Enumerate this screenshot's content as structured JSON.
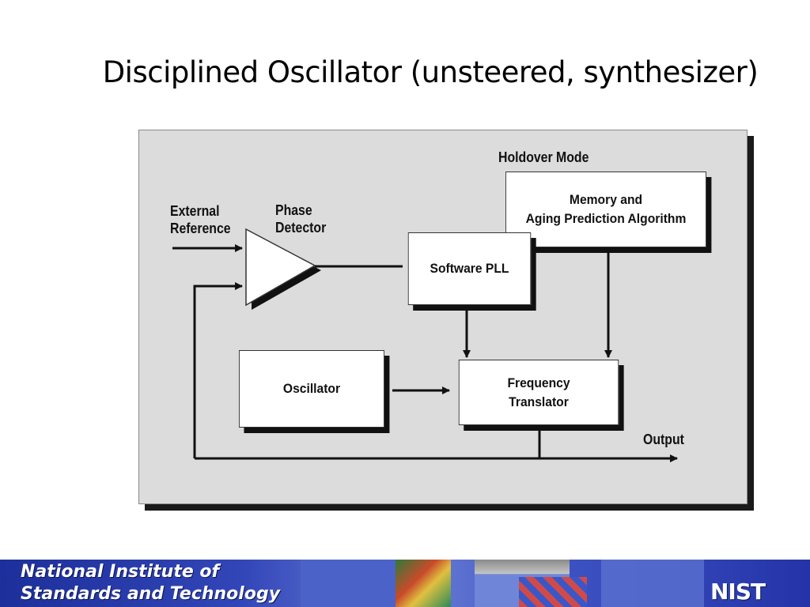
{
  "slide": {
    "title": "Disciplined Oscillator (unsteered, synthesizer)"
  },
  "diagram": {
    "labels": {
      "external_reference": [
        "External",
        "Reference"
      ],
      "phase_detector": [
        "Phase",
        "Detector"
      ],
      "holdover_mode": "Holdover Mode",
      "output": "Output"
    },
    "blocks": {
      "memory": [
        "Memory and",
        "Aging Prediction Algorithm"
      ],
      "software_pll": "Software PLL",
      "oscillator": "Oscillator",
      "frequency_translator": [
        "Frequency",
        "Translator"
      ]
    }
  },
  "footer": {
    "organization": [
      "National Institute of",
      "Standards and Technology"
    ],
    "logo_text": "NIST"
  },
  "colors": {
    "frame_background": "#dcdcdc",
    "footer_blue": "#2434a8",
    "shadow": "#111111"
  }
}
